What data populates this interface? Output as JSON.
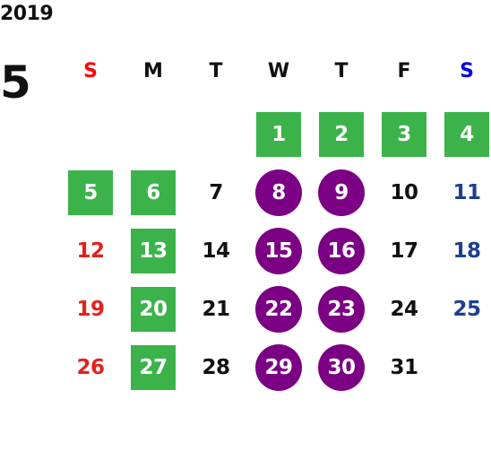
{
  "calendar": {
    "year": "2019",
    "month": "5",
    "colors": {
      "sunday": "#e3231c",
      "saturday": "#1d3f8f",
      "sunday_header": "#ff0000",
      "saturday_header": "#0000dd",
      "weekday": "#111111",
      "holiday_bg": "#3bb34a",
      "event_bg": "#7b0083"
    },
    "weekdays": [
      "S",
      "M",
      "T",
      "W",
      "T",
      "F",
      "S"
    ],
    "weeks": [
      [
        null,
        null,
        null,
        {
          "day": "1",
          "mark": "holiday"
        },
        {
          "day": "2",
          "mark": "holiday"
        },
        {
          "day": "3",
          "mark": "holiday"
        },
        {
          "day": "4",
          "mark": "holiday"
        }
      ],
      [
        {
          "day": "5",
          "mark": "holiday"
        },
        {
          "day": "6",
          "mark": "holiday"
        },
        {
          "day": "7",
          "mark": "none"
        },
        {
          "day": "8",
          "mark": "event"
        },
        {
          "day": "9",
          "mark": "event"
        },
        {
          "day": "10",
          "mark": "none"
        },
        {
          "day": "11",
          "mark": "none"
        }
      ],
      [
        {
          "day": "12",
          "mark": "none"
        },
        {
          "day": "13",
          "mark": "holiday"
        },
        {
          "day": "14",
          "mark": "none"
        },
        {
          "day": "15",
          "mark": "event"
        },
        {
          "day": "16",
          "mark": "event"
        },
        {
          "day": "17",
          "mark": "none"
        },
        {
          "day": "18",
          "mark": "none"
        }
      ],
      [
        {
          "day": "19",
          "mark": "none"
        },
        {
          "day": "20",
          "mark": "holiday"
        },
        {
          "day": "21",
          "mark": "none"
        },
        {
          "day": "22",
          "mark": "event"
        },
        {
          "day": "23",
          "mark": "event"
        },
        {
          "day": "24",
          "mark": "none"
        },
        {
          "day": "25",
          "mark": "none"
        }
      ],
      [
        {
          "day": "26",
          "mark": "none"
        },
        {
          "day": "27",
          "mark": "holiday"
        },
        {
          "day": "28",
          "mark": "none"
        },
        {
          "day": "29",
          "mark": "event"
        },
        {
          "day": "30",
          "mark": "event"
        },
        {
          "day": "31",
          "mark": "none"
        },
        null
      ]
    ]
  }
}
